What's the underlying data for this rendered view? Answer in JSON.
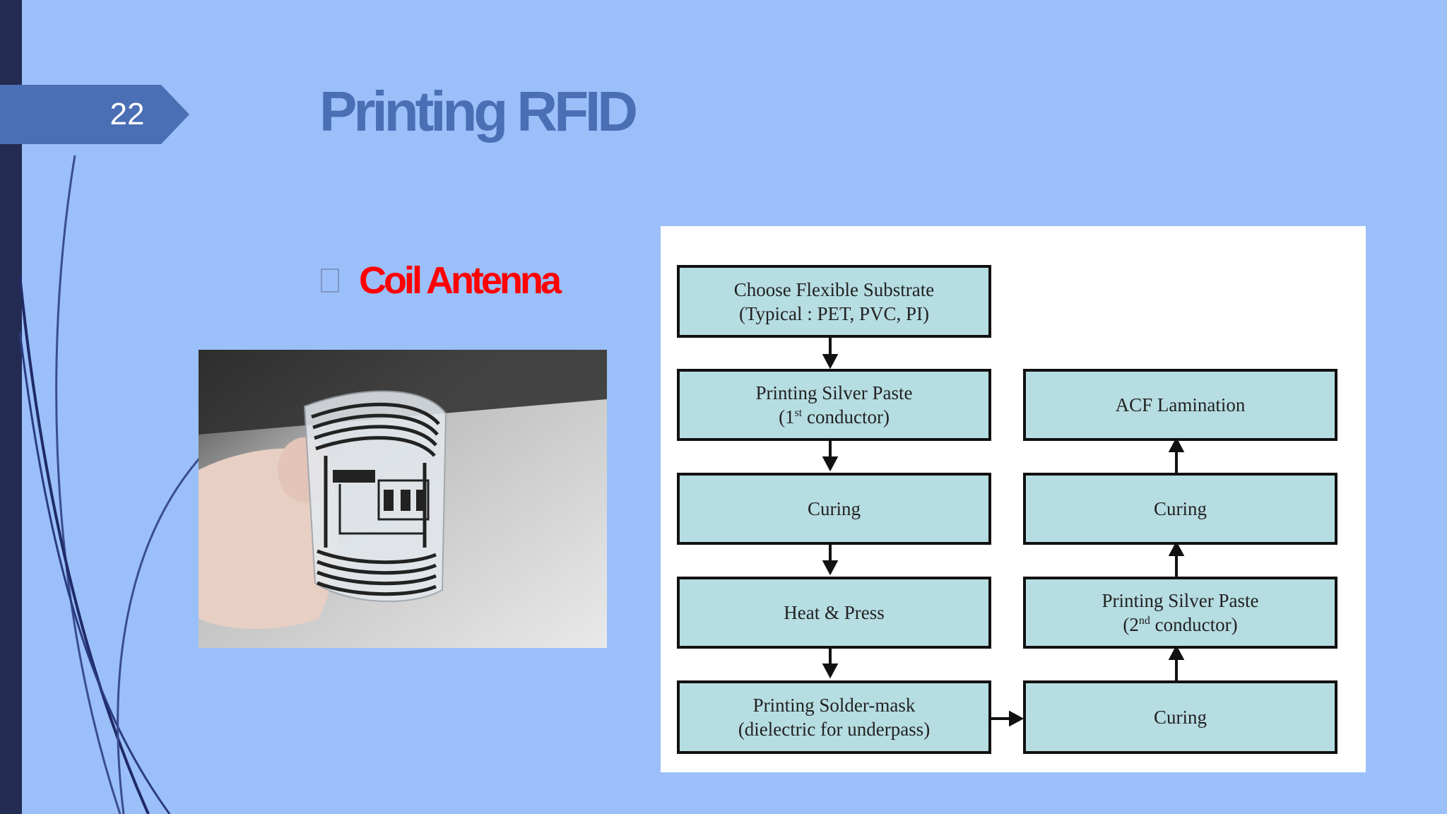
{
  "slide": {
    "number": "22",
    "title": "Printing RFID",
    "bullet": "Coil Antenna"
  },
  "colors": {
    "background": "#9bbff9",
    "left_bar": "#232b52",
    "number_tag": "#4a6fb5",
    "title": "#4a6fb5",
    "bullet_text": "#ff0000",
    "box_fill": "#b6dde2"
  },
  "photo": {
    "subject": "flexible transparent film with printed coil antenna held between fingers"
  },
  "flowchart": {
    "boxes": {
      "substrate": {
        "line1": "Choose Flexible Substrate",
        "line2": "(Typical : PET, PVC, PI)"
      },
      "silver1": {
        "line1": "Printing Silver Paste",
        "line2_pre": "(1",
        "line2_sup": "st",
        "line2_post": " conductor)"
      },
      "curing1": {
        "line1": "Curing"
      },
      "heat": {
        "line1": "Heat & Press"
      },
      "soldermask": {
        "line1": "Printing Solder-mask",
        "line2": "(dielectric for underpass)"
      },
      "curing2": {
        "line1": "Curing"
      },
      "silver2": {
        "line1": "Printing Silver Paste",
        "line2_pre": "(2",
        "line2_sup": "nd",
        "line2_post": " conductor)"
      },
      "curing3": {
        "line1": "Curing"
      },
      "acf": {
        "line1": "ACF Lamination"
      }
    }
  }
}
